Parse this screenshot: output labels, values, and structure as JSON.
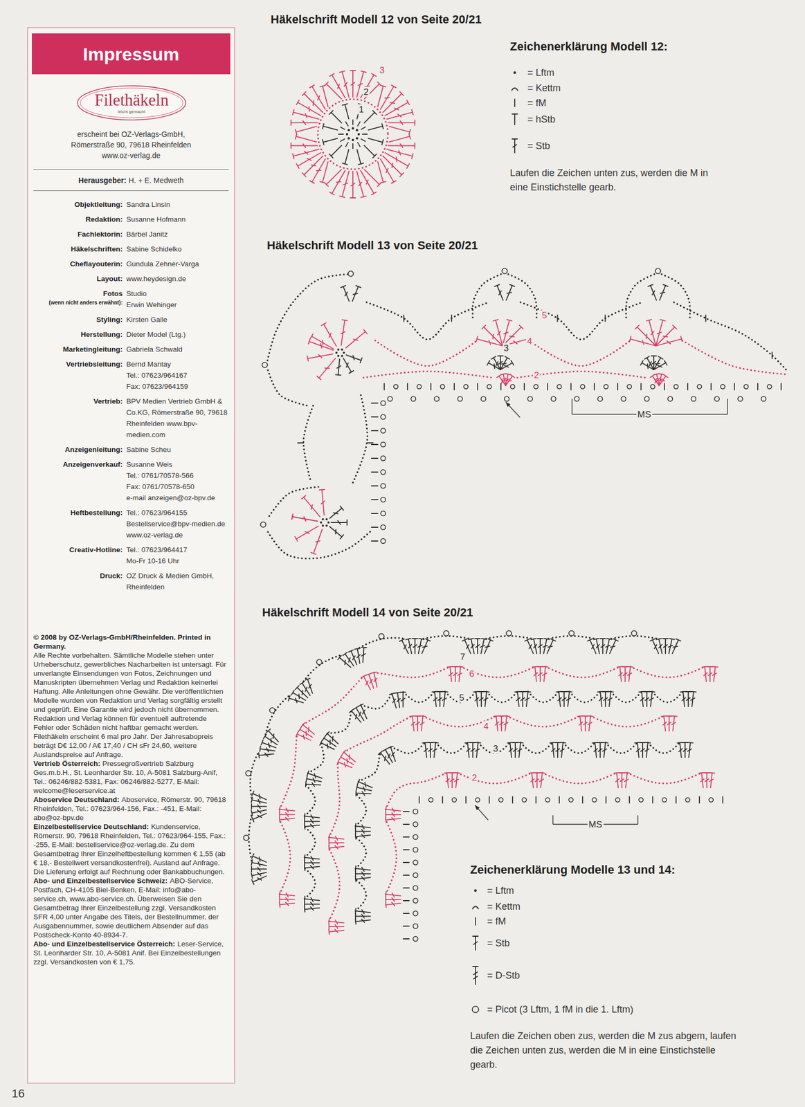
{
  "diagram": {
    "nodes": [
      {
        "text": [
          "erscheint bei OZ-Verlags-GmbH, Römerstraße 90, 79618 Rheinfelden www.oz-verlag.de",
          "Herausgeber:",
          "H. + E. Medweth",
          "Objektleitung:",
          "Sandra Linsin",
          "Redaktion:",
          "Susanne Hofmann",
          "Fachlektorin:",
          "Bärbel Janitz",
          "Häkelschriften:",
          "Sabine Schidelko",
          "Cheflayouterin:",
          "Gundula Zehner-Varga",
          "Layout:",
          "www.heydesign.de",
          "Fotos",
          "(wenn nicht anders erwähnt):",
          "Studio",
          "Erwin Wehinger",
          "Styling:",
          "Kirsten Galle",
          "Herstellung:",
          "Dieter Model (Ltg.)",
          "Marketingleitung:",
          "Gabriela Schwald",
          "Vertriebsleitung:",
          "Bernd Mantay",
          "Tel.: 07623/964167",
          "Fax: 07623/964159",
          "Vertrieb:",
          "BPV Medien Vertrieb GmbH & Co.KG, Römerstraße 90, 79618 Rheinfelden www.bpv-medien.com",
          "Anzeigenleitung:",
          "Sabine Scheu",
          "Anzeigenverkauf:",
          "Susanne Weis",
          "Tel.: 0761/70578-566",
          "Fax: 0761/70578-650",
          "e-mail anzeigen@oz-bpv.de",
          "Heftbestellung:",
          "Tel.: 07623/964155",
          "Bestellservice@bpv-medien.de",
          "www.oz-verlag.de",
          "Creativ-Hotline:",
          "Tel.: 07623/964417",
          "Mo-Fr 10-16 Uhr",
          "Druck:",
          "OZ Druck & Medien GmbH, Rheinfelden",
          "© 2008 by OZ-Verlags-GmbH/Rheinfelden. Printed in Germany.",
          "Alle Rechte vorbehalten. Sämtliche Modelle stehen unter Urheberschutz, gewerbliches Nacharbeiten ist untersagt. Für unverlangte Einsendungen von Fotos, Zeichnungen und Manuskripten übernehmen Verlag und Redaktion keinerlei Haftung. Alle Anleitungen ohne Gewähr. Die veröffentlichten Modelle wurden von Redaktion und Verlag sorgfältig erstellt und geprüft. Eine Garantie wird jedoch nicht übernommen. Redaktion und Verlag können für eventuell auftretende Fehler oder Schäden nicht haftbar gemacht werden.",
          "Filethäkeln erscheint 6 mal pro Jahr. Der Jahresabopreis beträgt D€ 12,00 / A€ 17,40 / CH sFr 24,60, weitere Auslandspreise auf Anfrage.",
          "Vertrieb Österreich:",
          "Pressegroßvertrieb Salzburg Ges.m.b.H., St. Leonharder Str. 10, A-5081 Salzburg-Anif, Tel.: 06246/882-5381, Fax: 06246/882-5277, E-Mail: welcome@leserservice.at",
          "Aboservice Deutschland:",
          "Aboservice, Römerstr. 90, 79618 Rheinfelden, Tel.: 07623/964-156, Fax.: -451, E-Mail: abo@oz-bpv.de",
          "Einzelbestellservice Deutschland:",
          "Kundenservice, Römerstr. 90, 79618 Rheinfelden, Tel.: 07623/964-155, Fax.: -255, E-Mail: bestellservice@oz-verlag.de. Zu dem Gesamtbetrag Ihrer Einzelheftbestellung kommen € 1,55 (ab € 18,- Bestellwert versandkostenfrei). Ausland auf Anfrage. Die Lieferung erfolgt auf Rechnung oder Bankabbuchungen.",
          "Abo- und Einzelbestellservice Schweiz:",
          "ABO-Service, Postfach, CH-4105 Biel-Benken, E-Mail: info@abo-service.ch, www.abo-service.ch. Überweisen Sie den Gesamtbetrag Ihrer Einzelbestellung zzgl. Versandkosten SFR 4,00 unter Angabe des Titels, der Bestellnummer, der Ausgabennummer, sowie deutlichem Absender auf das Postscheck-Konto 40-8934-7.",
          "Abo- und Einzelbestellservice Österreich:",
          "Leser-Service, St. Leonharder Str. 10, A-5081 Anif. Bei Einzelbestellungen zzgl. Versandkosten von € 1,75."
        ]
      },
      {
        "text": [
          "Impressum"
        ],
        "in": 0
      },
      {
        "text": [
          "Filethäkeln",
          "leicht gemacht"
        ],
        "in": 0
      }
    ],
    "labels": [
      "Häkelschrift Modell 12 von Seite 20/21",
      "Zeichenerklärung Modell 12:",
      "Laufen die Zeichen unten zus, werden die M in eine Einstichstelle gearb.",
      "1",
      "2",
      "3",
      "Häkelschrift Modell 13 von Seite 20/21",
      "2",
      "3",
      "4",
      "5",
      "MS",
      "Häkelschrift Modell 14 von Seite 20/21",
      "2",
      "3",
      "4",
      "5",
      "6",
      "7",
      "MS",
      "Zeichenerklärung Modelle 13 und 14:",
      "Laufen die Zeichen oben zus, werden die M zus abgem, laufen die Zeichen unten zus, werden die M in eine Einstichstelle gearb.",
      "16"
    ],
    "legend": [
      {
        "text": "= Lftm"
      },
      {
        "text": "= Kettm"
      },
      {
        "text": "= fM"
      },
      {
        "text": "= hStb"
      },
      {
        "text": "= Stb"
      },
      {
        "text": "= Lftm"
      },
      {
        "text": "= Kettm"
      },
      {
        "text": "= fM"
      },
      {
        "text": "= Stb"
      },
      {
        "text": "= D-Stb"
      },
      {
        "text": "= Picot (3 Lftm, 1 fM in die 1. Lftm)"
      }
    ]
  }
}
